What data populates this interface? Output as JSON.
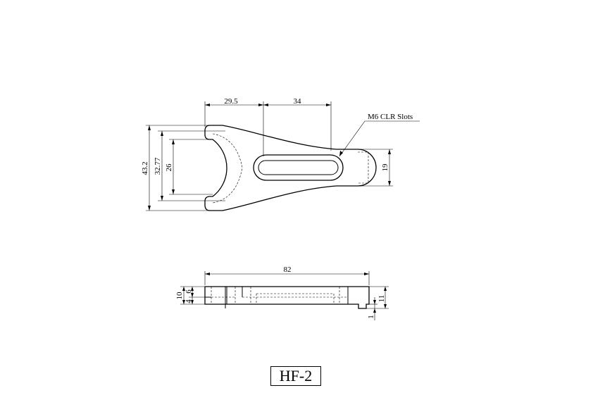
{
  "top_view": {
    "dims": {
      "d_29_5": "29.5",
      "d_34": "34",
      "d_43_2": "43.2",
      "d_32_77": "32.77",
      "d_26": "26",
      "d_19": "19"
    },
    "note": "M6 CLR Slots"
  },
  "side_view": {
    "dims": {
      "d_82": "82",
      "d_10": "10",
      "d_6": "6",
      "d_4": "4",
      "d_11": "11",
      "d_1": "1"
    }
  },
  "part_label": "HF-2"
}
